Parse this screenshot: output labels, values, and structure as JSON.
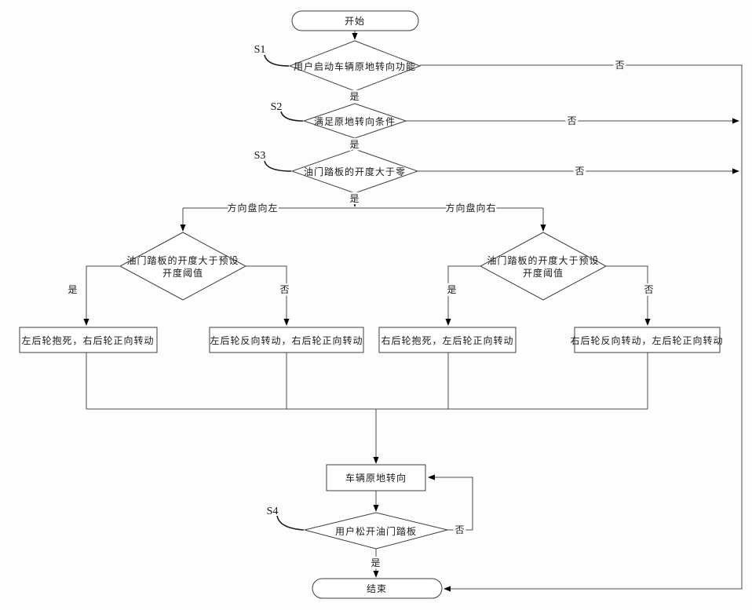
{
  "flowchart": {
    "nodes": {
      "start": {
        "label": "开始"
      },
      "s1": {
        "step": "S1",
        "label": "用户启动车辆原地转向功能"
      },
      "s2": {
        "step": "S2",
        "label": "满足原地转向条件"
      },
      "s3": {
        "step": "S3",
        "label": "油门踏板的开度大于零"
      },
      "left_threshold": {
        "line1": "油门踏板的开度大于预设",
        "line2": "开度阈值"
      },
      "right_threshold": {
        "line1": "油门踏板的开度大于预设",
        "line2": "开度阈值"
      },
      "left_lock": {
        "label": "左后轮抱死，右后轮正向转动"
      },
      "left_reverse": {
        "label": "左后轮反向转动，右后轮正向转动"
      },
      "right_lock": {
        "label": "右后轮抱死，左后轮正向转动"
      },
      "right_reverse": {
        "label": "右后轮反向转动，左后轮正向转动"
      },
      "pivot": {
        "label": "车辆原地转向"
      },
      "s4": {
        "step": "S4",
        "label": "用户松开油门踏板"
      },
      "end": {
        "label": "结束"
      }
    },
    "edges": {
      "yes": "是",
      "no": "否",
      "wheel_left": "方向盘向左",
      "wheel_right": "方向盘向右"
    },
    "colors": {
      "line": "#4a4a4a",
      "arrow": "#000000",
      "text": "#1a1a1a",
      "background": "#fdfdfd"
    }
  }
}
